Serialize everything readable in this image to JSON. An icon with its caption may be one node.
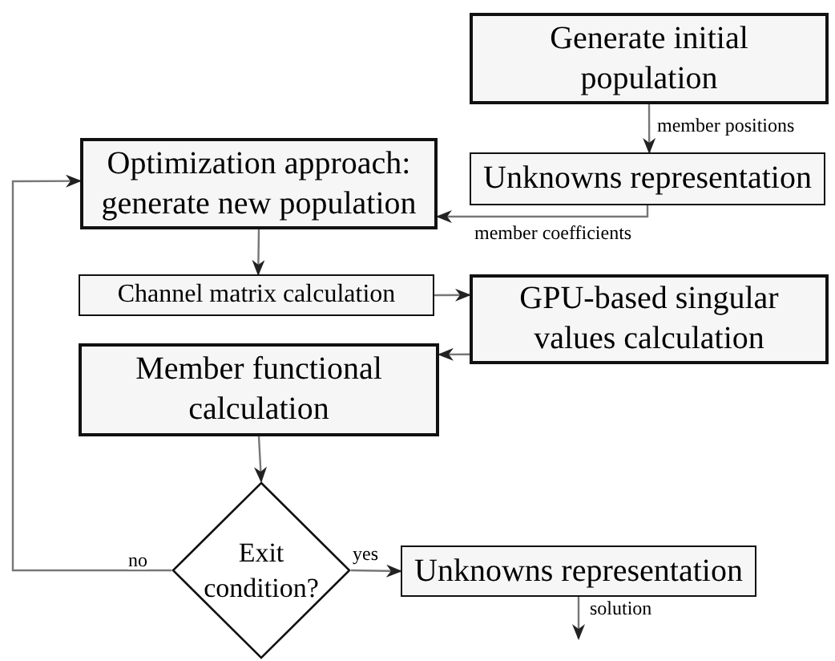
{
  "diagram": {
    "nodes": [
      {
        "text": [
          "Generate initial population"
        ]
      },
      {
        "text": [
          "Unknowns representation"
        ]
      },
      {
        "text": [
          "Optimization approach: generate new population"
        ]
      },
      {
        "text": [
          "Channel matrix calculation"
        ]
      },
      {
        "text": [
          "GPU-based singular values calculation"
        ]
      },
      {
        "text": [
          "Member functional calculation"
        ]
      },
      {
        "text": [
          "Exit condition?"
        ]
      },
      {
        "text": [
          "Unknowns representation"
        ]
      }
    ],
    "edges": [
      {
        "from": 0,
        "to": 1,
        "arrow": "to",
        "label": "member positions"
      },
      {
        "from": 1,
        "to": 2,
        "arrow": "to",
        "label": "member coefficients"
      },
      {
        "from": 2,
        "to": 3,
        "arrow": "to"
      },
      {
        "from": 3,
        "to": 4,
        "arrow": "to"
      },
      {
        "from": 4,
        "to": 5,
        "arrow": "to"
      },
      {
        "from": 5,
        "to": 6,
        "arrow": "to"
      },
      {
        "from": 6,
        "to": 7,
        "arrow": "to",
        "label": "yes"
      },
      {
        "from": 6,
        "to": 2,
        "arrow": "to",
        "label": "no"
      },
      {
        "from": 7,
        "to": null,
        "arrow": "to",
        "label": "solution"
      }
    ]
  }
}
